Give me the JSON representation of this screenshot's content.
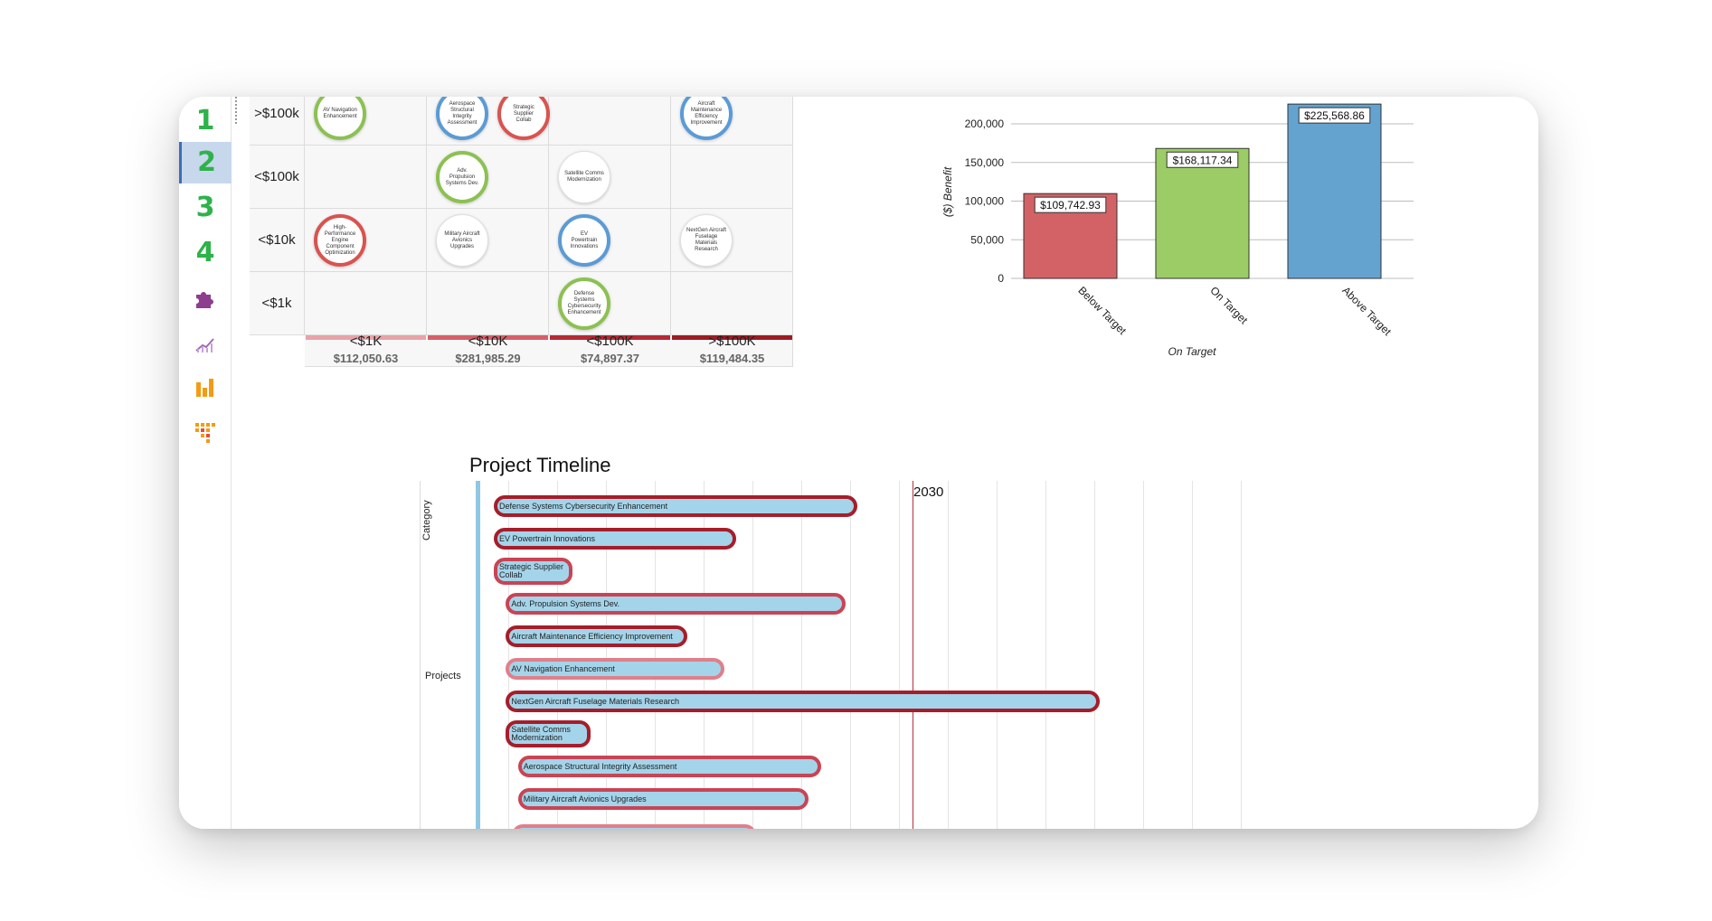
{
  "sidebar": {
    "steps": [
      "1",
      "2",
      "3",
      "4"
    ],
    "active_step": "2",
    "icons": [
      "puzzle-icon",
      "line-chart-icon",
      "bar-chart-icon",
      "grid-chart-icon"
    ]
  },
  "matrix": {
    "rows": [
      ">$100k",
      "<$100k",
      "<$10k",
      "<$1k"
    ],
    "columns": [
      {
        "label": "<$1K",
        "total": "$112,050.63",
        "color": "#e8a3a8"
      },
      {
        "label": "<$10K",
        "total": "$281,985.29",
        "color": "#d65f68"
      },
      {
        "label": "<$100K",
        "total": "$74,897.37",
        "color": "#b52a33"
      },
      {
        "label": ">$100K",
        "total": "$119,484.35",
        "color": "#9b1c24"
      }
    ],
    "bubbles": [
      {
        "label": "AV Navigation Enhancement",
        "row": 0,
        "col": 0,
        "slot": 0,
        "border": "#8cc152"
      },
      {
        "label": "Aerospace Structural Integrity Assessment",
        "row": 0,
        "col": 1,
        "slot": 0,
        "border": "#5b9bd5"
      },
      {
        "label": "Strategic Supplier Collab",
        "row": 0,
        "col": 1,
        "slot": 1,
        "border": "#d9534f"
      },
      {
        "label": "Aircraft Maintenance Efficiency Improvement",
        "row": 0,
        "col": 3,
        "slot": 0,
        "border": "#5b9bd5"
      },
      {
        "label": "Adv. Propulsion Systems Dev.",
        "row": 1,
        "col": 1,
        "slot": 0,
        "border": "#8cc152"
      },
      {
        "label": "Satellite Comms Modernization",
        "row": 1,
        "col": 2,
        "slot": 0,
        "border": "none"
      },
      {
        "label": "High-Performance Engine Component Optimization",
        "row": 2,
        "col": 0,
        "slot": 0,
        "border": "#d9534f"
      },
      {
        "label": "Military Aircraft Avionics Upgrades",
        "row": 2,
        "col": 1,
        "slot": 0,
        "border": "none"
      },
      {
        "label": "EV Powertrain Innovations",
        "row": 2,
        "col": 2,
        "slot": 0,
        "border": "#5b9bd5"
      },
      {
        "label": "NextGen Aircraft Fuselage Materials Research",
        "row": 2,
        "col": 3,
        "slot": 0,
        "border": "none"
      },
      {
        "label": "Defense Systems Cybersecurity Enhancement",
        "row": 3,
        "col": 2,
        "slot": 0,
        "border": "#8cc152"
      }
    ]
  },
  "chart_data": {
    "type": "bar",
    "categories": [
      "Below Target",
      "On Target",
      "Above Target"
    ],
    "values": [
      109742.93,
      168117.34,
      225568.86
    ],
    "value_labels": [
      "$109,742.93",
      "$168,117.34",
      "$225,568.86"
    ],
    "colors": [
      "#d36266",
      "#9ccc65",
      "#64a3d0"
    ],
    "xlabel": "On Target",
    "ylabel": "($) Benefit",
    "yticks": [
      0,
      50000,
      100000,
      150000,
      200000
    ],
    "ytick_labels": [
      "0",
      "50,000",
      "100,000",
      "150,000",
      "200,000"
    ],
    "ylim": [
      0,
      200000
    ],
    "grid": true
  },
  "timeline": {
    "title": "Project Timeline",
    "category_label": "Category",
    "group_label": "Projects",
    "marker_label": "2030",
    "projects": [
      {
        "name": "Defense Systems Cybersecurity Enhancement",
        "start": 0.0,
        "end": 0.3,
        "style": "dark"
      },
      {
        "name": "EV Powertrain Innovations",
        "start": 0.0,
        "end": 0.2,
        "style": "dark"
      },
      {
        "name": "Strategic Supplier Collab",
        "start": 0.0,
        "end": 0.065,
        "style": "mid"
      },
      {
        "name": "Adv. Propulsion Systems Dev.",
        "start": 0.01,
        "end": 0.29,
        "style": "mid"
      },
      {
        "name": "Aircraft Maintenance Efficiency Improvement",
        "start": 0.01,
        "end": 0.16,
        "style": "dark"
      },
      {
        "name": "AV Navigation Enhancement",
        "start": 0.01,
        "end": 0.19,
        "style": "light"
      },
      {
        "name": "NextGen Aircraft Fuselage Materials Research",
        "start": 0.01,
        "end": 0.5,
        "style": "dark"
      },
      {
        "name": "Satellite Comms Modernization",
        "start": 0.01,
        "end": 0.08,
        "style": "dark"
      },
      {
        "name": "Aerospace Structural Integrity Assessment",
        "start": 0.02,
        "end": 0.27,
        "style": "mid"
      },
      {
        "name": "Military Aircraft Avionics Upgrades",
        "start": 0.02,
        "end": 0.26,
        "style": "mid"
      }
    ]
  }
}
